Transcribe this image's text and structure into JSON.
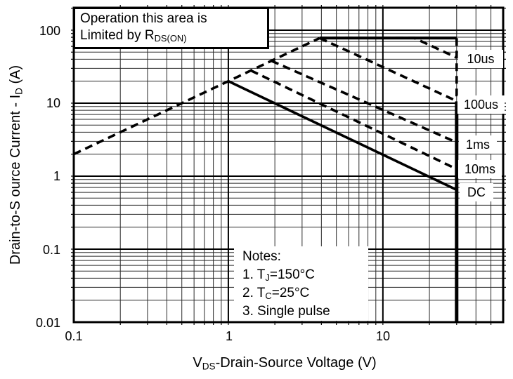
{
  "page": {
    "background": "#ffffff",
    "ink": "#000000"
  },
  "annotation_box": {
    "line1": "Operation this area is",
    "line2_pre": "Limited  by R",
    "line2_sub": "DS(ON)"
  },
  "notes": {
    "title": "Notes:",
    "item1_pre": "1. T",
    "item1_sub": "J",
    "item1_post": "=150°C",
    "item2_pre": "2. T",
    "item2_sub": "C",
    "item2_post": "=25°C",
    "item3": "3. Single pulse"
  },
  "y_axis": {
    "title_pre": "Drain-to-S ource Current - I",
    "title_sub": "D",
    "title_post": " (A)",
    "ticks": [
      "100",
      "10",
      "1",
      "0.1",
      "0.01"
    ]
  },
  "x_axis": {
    "title_pre": "V",
    "title_sub": "DS",
    "title_post": "-Drain-Source Voltage (V)",
    "ticks": [
      "0.1",
      "1",
      "10"
    ]
  },
  "curve_labels": {
    "l10us": "10us",
    "l100us": "100us",
    "l1ms": "1ms",
    "l10ms": "10ms",
    "ldc": "DC"
  },
  "chart_data": {
    "type": "line",
    "title": "Maximum Safe Operating Area",
    "xlabel": "VDS - Drain-Source Voltage (V)",
    "ylabel": "Drain-to-Source Current - ID (A)",
    "x_scale": "log",
    "y_scale": "log",
    "x_range": [
      0.1,
      60
    ],
    "y_range": [
      0.01,
      203
    ],
    "x_tick_labels": [
      0.1,
      1,
      10
    ],
    "y_tick_labels": [
      0.01,
      0.1,
      1,
      10,
      100
    ],
    "grid": "log-log with minor decade gridlines, black on white",
    "legend_position": "labels at right edge of plot",
    "annotations": [
      "Operation this area is Limited by RDS(ON)",
      "Notes: 1. TJ=150°C  2. TC=25°C  3. Single pulse"
    ],
    "series": [
      {
        "name": "rdson-limit-line",
        "style": "dashed",
        "width": 3.6,
        "points": [
          [
            0.1,
            2
          ],
          [
            3.9,
            78
          ]
        ]
      },
      {
        "name": "10us",
        "style": "dashed",
        "width": 3.6,
        "points": [
          [
            3.9,
            78
          ],
          [
            16,
            78
          ],
          [
            30,
            42
          ]
        ]
      },
      {
        "name": "10us-vdss-drop",
        "style": "dashed",
        "width": 3.6,
        "points": [
          [
            30,
            78
          ],
          [
            30,
            10.5
          ]
        ]
      },
      {
        "name": "100us",
        "style": "dashed",
        "width": 3.6,
        "points": [
          [
            3.9,
            78
          ],
          [
            30,
            10.7
          ]
        ]
      },
      {
        "name": "1ms",
        "style": "dashed",
        "width": 3.6,
        "points": [
          [
            1.9,
            38
          ],
          [
            30,
            2.9
          ]
        ]
      },
      {
        "name": "10ms",
        "style": "dashed",
        "width": 3.6,
        "points": [
          [
            1.4,
            28
          ],
          [
            30,
            1.25
          ]
        ]
      },
      {
        "name": "DC",
        "style": "solid",
        "width": 3.6,
        "points": [
          [
            1,
            20
          ],
          [
            30,
            0.65
          ]
        ]
      },
      {
        "name": "pulsed-current-limit",
        "style": "solid",
        "width": 4.2,
        "points": [
          [
            3.9,
            78
          ],
          [
            30,
            78
          ]
        ]
      },
      {
        "name": "vdss-boundary",
        "style": "solid",
        "width": 5,
        "points": [
          [
            30,
            10.5
          ],
          [
            30,
            0.01
          ]
        ]
      }
    ]
  }
}
